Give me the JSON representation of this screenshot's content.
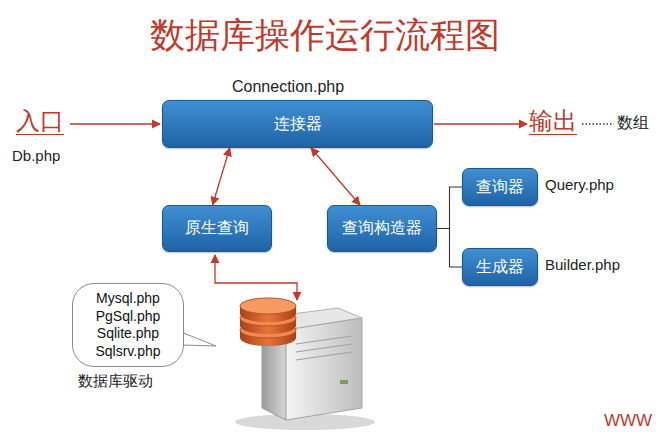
{
  "diagram": {
    "title": "数据库操作运行流程图",
    "nodes": [
      {
        "text": [
          "连接器"
        ]
      },
      {
        "text": [
          "原生查询"
        ]
      },
      {
        "text": [
          "查询构造器"
        ]
      },
      {
        "text": [
          "查询器"
        ]
      },
      {
        "text": [
          "生成器"
        ]
      },
      {
        "text": [
          "Mysql.php",
          "PgSql.php",
          "Sqlite.php",
          "Sqlsrv.php"
        ]
      }
    ],
    "edges": [
      {
        "from": 0,
        "to": 1,
        "arrow": "both"
      },
      {
        "from": 0,
        "to": 2,
        "arrow": "both"
      },
      {
        "from": 2,
        "to": 3,
        "arrow": "none"
      },
      {
        "from": 2,
        "to": 4,
        "arrow": "none"
      }
    ],
    "labels": [
      "Connection.php",
      "入口",
      "Db.php",
      "输出",
      "数组",
      "Query.php",
      "Builder.php",
      "数据库驱动",
      "WWW"
    ]
  }
}
